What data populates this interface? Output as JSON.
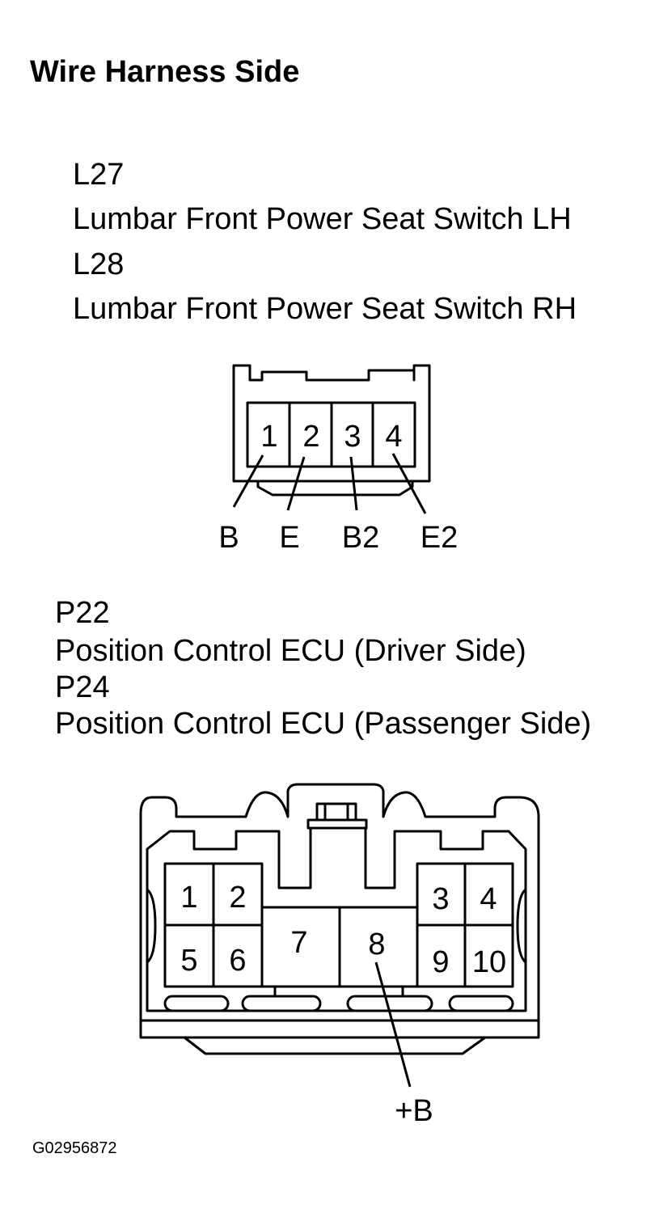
{
  "title": "Wire Harness Side",
  "connector1": {
    "ids": [
      "L27",
      "L28"
    ],
    "names": [
      "Lumbar Front Power Seat Switch LH",
      "Lumbar Front Power Seat Switch RH"
    ],
    "pins": [
      "1",
      "2",
      "3",
      "4"
    ],
    "terminals": [
      "B",
      "E",
      "B2",
      "E2"
    ]
  },
  "connector2": {
    "ids": [
      "P22",
      "P24"
    ],
    "names": [
      "Position Control ECU (Driver Side)",
      "Position Control ECU (Passenger Side)"
    ],
    "pins": [
      "1",
      "2",
      "3",
      "4",
      "5",
      "6",
      "7",
      "8",
      "9",
      "10"
    ],
    "terminal": "+B"
  },
  "figure_code": "G02956872"
}
